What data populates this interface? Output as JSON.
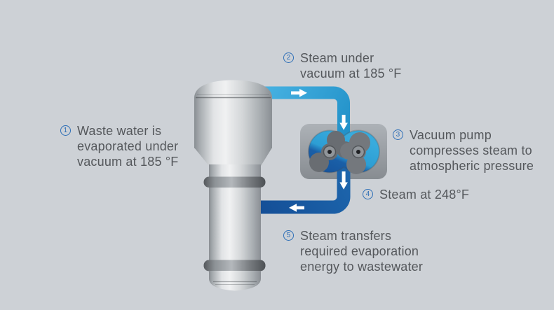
{
  "labels": [
    {
      "number": "1",
      "text": "Waste water is\nevaporated under\nvacuum at 185 °F"
    },
    {
      "number": "2",
      "text": "Steam under\nvacuum at 185 °F"
    },
    {
      "number": "3",
      "text": "Vacuum pump\ncompresses steam to\natmospheric pressure"
    },
    {
      "number": "4",
      "text": "Steam at 248°F"
    },
    {
      "number": "5",
      "text": "Steam transfers\nrequired evaporation\nenergy to wastewater"
    }
  ],
  "colors": {
    "background": "#cdd1d6",
    "text": "#55585c",
    "step_badge_blue": "#2e6fb7",
    "vacuum_steam_pipe_light_blue": "#2e9fd4",
    "compressed_steam_pipe_dark_blue": "#1a5aa2",
    "equipment_metal_gray": "#c6c9cc",
    "pump_housing_gray": "#9ba0a5",
    "flow_arrow_white": "#ffffff"
  }
}
